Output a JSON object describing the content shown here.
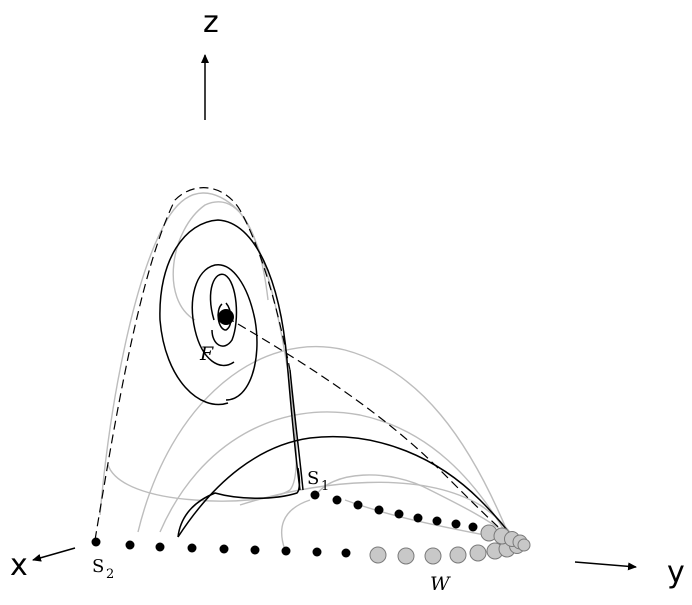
{
  "axes": {
    "z": "z",
    "x": "x",
    "y": "y"
  },
  "points": {
    "focus": "F",
    "s1": "S",
    "s1_sub": "1",
    "s2": "S",
    "s2_sub": "2",
    "manifold": "W"
  },
  "colors": {
    "black": "#000000",
    "gray_curve": "#bdbdbd",
    "gray_dot": "#c8c8c8",
    "dot_edge": "#7a7a7a"
  }
}
